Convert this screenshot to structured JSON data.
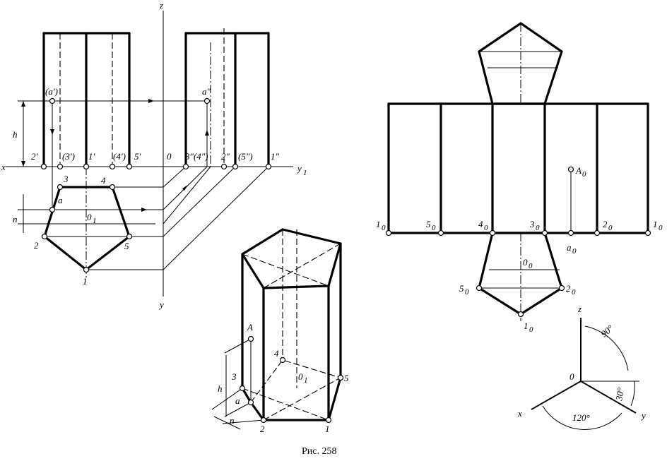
{
  "caption": "Рис. 258",
  "projections": {
    "axis_z": "z",
    "axis_x": "x",
    "axis_y": "y",
    "axis_y1": "y",
    "axis_y1_sub": "1",
    "h": "h",
    "n": "n",
    "point_front": "(a')",
    "point_side": "a\"",
    "front_labels": [
      "2'",
      "(3')",
      "1'",
      "(4')",
      "5'"
    ],
    "origin": "0",
    "side_labels": [
      "3\"(4\")",
      "2\"",
      "(5\")",
      "1\""
    ],
    "top_labels": [
      "1",
      "2",
      "3",
      "4",
      "5"
    ],
    "top_a": "a",
    "top_center": "0",
    "top_center_sub": "1"
  },
  "axonometric": {
    "A": "A",
    "a": "a",
    "h": "h",
    "n": "n",
    "points": [
      "1",
      "2",
      "3",
      "4",
      "5"
    ],
    "center": "0",
    "center_sub": "1"
  },
  "development": {
    "sub": "0",
    "bottom_points": [
      "1",
      "5",
      "4",
      "3",
      "2",
      "1"
    ],
    "a_point": "a",
    "A_point": "A",
    "center": "0",
    "lower_base_points": [
      "5",
      "2",
      "1"
    ]
  },
  "axes_diagram": {
    "z": "z",
    "x": "x",
    "y": "y",
    "origin": "0",
    "angle_90": "90°",
    "angle_120": "120°",
    "angle_30": "30°"
  }
}
